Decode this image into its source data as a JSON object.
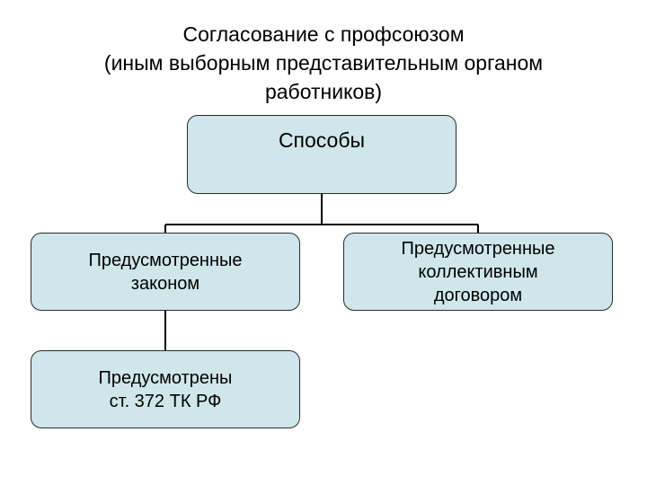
{
  "title_lines": [
    "Согласование с профсоюзом",
    "(иным выборным представительным органом",
    "работников)"
  ],
  "nodes": {
    "root": {
      "lines": [
        "Способы"
      ]
    },
    "law": {
      "lines": [
        "Предусмотренные",
        "законом"
      ]
    },
    "collective": {
      "lines": [
        "Предусмотренные",
        "коллективным",
        "договором"
      ]
    },
    "article": {
      "lines": [
        "Предусмотрены",
        "ст. 372 ТК РФ"
      ]
    }
  },
  "colors": {
    "box_fill": "#cfe6ea",
    "box_border": "#2b2b2b",
    "connector": "#000000"
  }
}
